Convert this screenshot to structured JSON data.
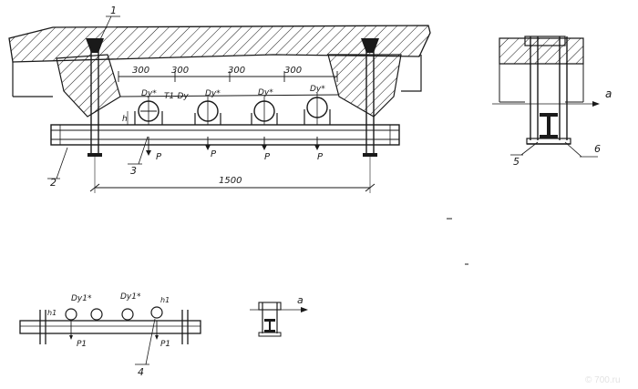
{
  "labels": {
    "callout_1": "1",
    "callout_2": "2",
    "callout_3": "3",
    "callout_4": "4",
    "callout_5": "5",
    "callout_6": "6"
  },
  "dimensions": {
    "spacing_1": "300",
    "spacing_2": "300",
    "spacing_3": "300",
    "spacing_4": "300",
    "span": "1500",
    "clearance_h": "h",
    "clearance_h1": "h1"
  },
  "pipes": {
    "main_label_1": "Dу*",
    "main_label_2": "T1-Dу",
    "main_label_3": "Dу*",
    "main_label_4": "Dу*",
    "main_label_5": "Dу*",
    "small_label_1": "Dу1*",
    "small_label_2": "Dу1*"
  },
  "loads": {
    "p": "P",
    "p1": "P1"
  },
  "axis": {
    "a": "a"
  },
  "watermark": {
    "text": "© 700.ru"
  },
  "colors": {
    "ink": "#1a1a1a",
    "paper": "#ffffff"
  }
}
